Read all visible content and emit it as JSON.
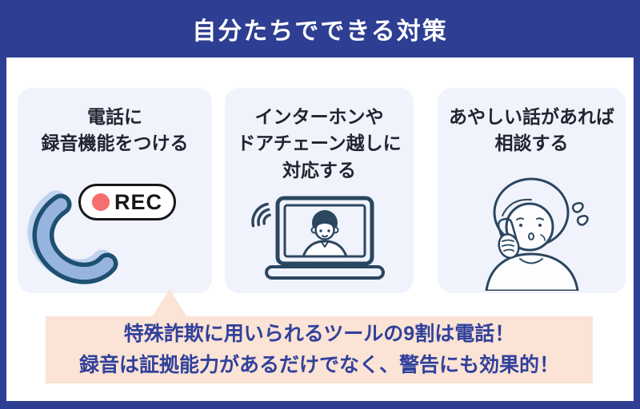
{
  "header": {
    "title": "自分たちでできる対策"
  },
  "cards": [
    {
      "id": "phone-recording",
      "title_lines": [
        "電話に",
        "録音機能をつける"
      ],
      "rec_label": "REC",
      "icon": "phone-handset-icon"
    },
    {
      "id": "intercom",
      "title_lines": [
        "インターホンや",
        "ドアチェーン越しに",
        "対応する"
      ],
      "icon": "intercom-monitor-icon"
    },
    {
      "id": "consult",
      "title_lines": [
        "あやしい話があれば",
        "相談する"
      ],
      "icon": "worried-elderly-woman-icon"
    }
  ],
  "callout": {
    "lines": [
      "特殊詐欺に用いられるツールの9割は電話！",
      "録音は証拠能力があるだけでなく、警告にも効果的！"
    ]
  },
  "colors": {
    "navy": "#2e3e92",
    "card_bg": "#f0f3fb",
    "card_text": "#202531",
    "callout_bg": "#fbe3d5",
    "callout_text": "#31419c",
    "rec_red": "#f76e6e",
    "rec_border": "#17171b",
    "phone_blue": "#96b4dd",
    "phone_outline": "#1d5071",
    "phone_shadow": "#bfd2ee",
    "illus_navy": "#2b465f",
    "screen_teal": "#c6e3e8",
    "hair_gray": "#ccd5dc",
    "phone_peach": "#f3b28e"
  }
}
